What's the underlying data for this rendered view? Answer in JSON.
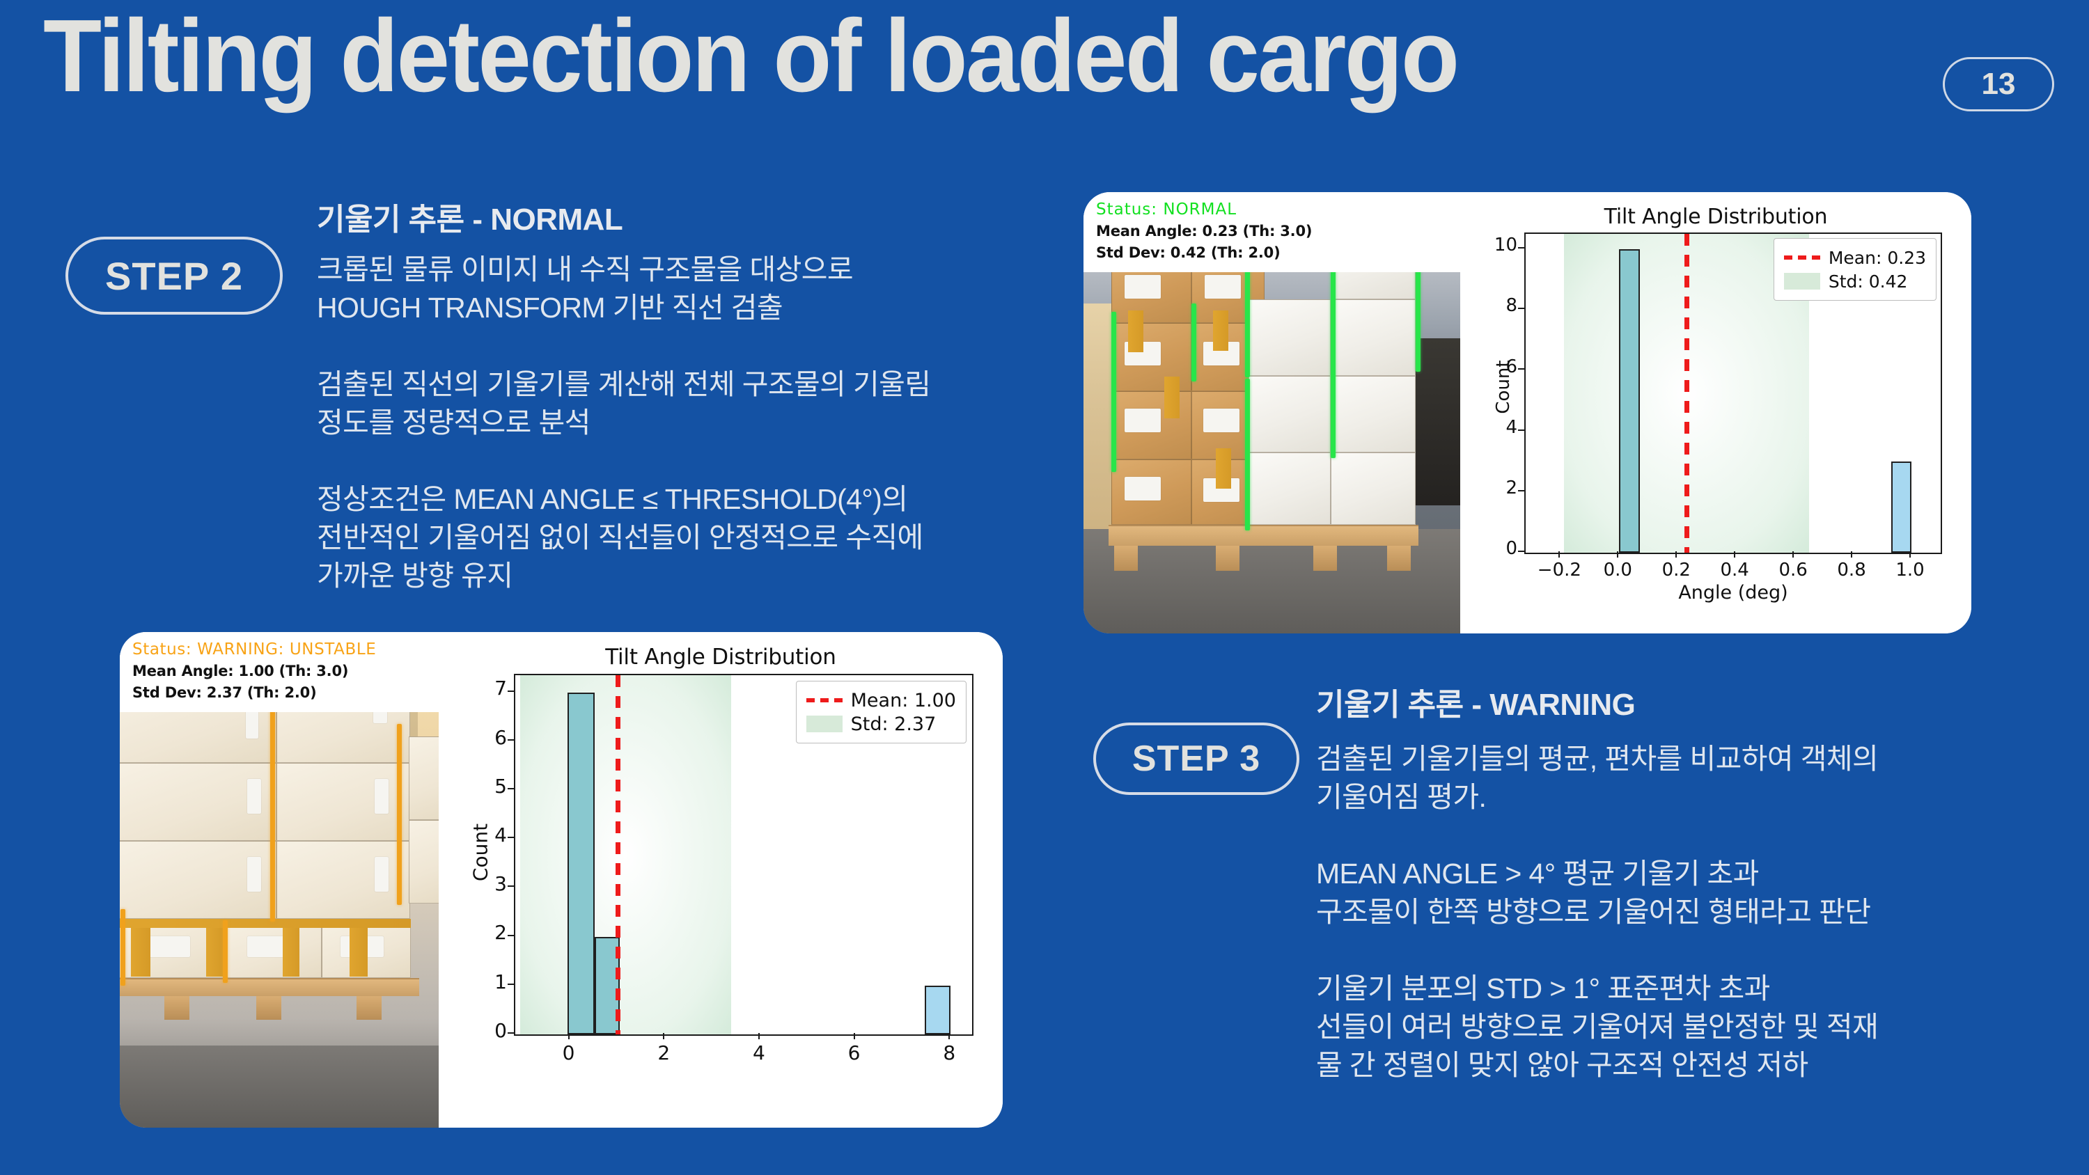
{
  "slide": {
    "title": "Tilting detection of loaded cargo",
    "page_number": "13",
    "background_color": "#1452a4",
    "text_color": "#e2e2de"
  },
  "step2": {
    "pill_label": "STEP 2",
    "heading": "기울기 추론 - NORMAL",
    "body": "크롭된 물류 이미지 내 수직 구조물을 대상으로\nHOUGH TRANSFORM 기반 직선 검출\n\n검출된 직선의 기울기를 계산해 전체 구조물의 기울림\n정도를 정량적으로 분석\n\n정상조건은 MEAN ANGLE ≤ THRESHOLD(4°)의\n전반적인 기울어짐 없이 직선들이 안정적으로 수직에\n가까운 방향 유지"
  },
  "step3": {
    "pill_label": "STEP 3",
    "heading": "기울기 추론 - WARNING",
    "body": "검출된 기울기들의 평균, 편차를 비교하여 객체의\n기울어짐 평가.\n\nMEAN ANGLE > 4° 평균 기울기 초과\n구조물이 한쪽 방향으로 기울어진 형태라고 판단\n\n기울기 분포의 STD > 1° 표준편차 초과\n선들이 여러 방향으로 기울어져 불안정한 및 적재\n물 간 정렬이 맞지 않아 구조적 안전성 저하"
  },
  "normal_card": {
    "overlay": {
      "status_label": "Status:",
      "status_value": "NORMAL",
      "status_color": "#12e020",
      "mean_angle": "Mean Angle: 0.23 (Th: 3.0)",
      "std_dev": "Std Dev: 0.42 (Th: 2.0)"
    },
    "detected_line_color": "#28e54a"
  },
  "warning_card": {
    "overlay": {
      "status_label": "Status:",
      "status_value": "WARNING: UNSTABLE",
      "status_color": "#f8a316",
      "mean_angle": "Mean Angle: 1.00 (Th: 3.0)",
      "std_dev": "Std Dev: 2.37 (Th: 2.0)"
    },
    "detected_line_color": "#f0a11c"
  },
  "chart_data": [
    {
      "id": "normal",
      "type": "bar",
      "title": "Tilt Angle Distribution",
      "xlabel": "Angle (deg)",
      "ylabel": "Count",
      "xlim": [
        -0.32,
        1.1
      ],
      "ylim": [
        0,
        10.5
      ],
      "xticks": [
        "−0.2",
        "0.0",
        "0.2",
        "0.4",
        "0.6",
        "0.8",
        "1.0"
      ],
      "xtick_values": [
        -0.2,
        0.0,
        0.2,
        0.4,
        0.6,
        0.8,
        1.0
      ],
      "yticks": [
        "0",
        "2",
        "4",
        "6",
        "8",
        "10"
      ],
      "ytick_values": [
        0,
        2,
        4,
        6,
        8,
        10
      ],
      "bars": [
        {
          "x0": 0.0,
          "x1": 0.07,
          "value": 10,
          "color": "#89c8cf"
        },
        {
          "x0": 0.93,
          "x1": 1.0,
          "value": 3,
          "color": "#a7d8f0"
        }
      ],
      "mean": 0.23,
      "std": 0.42,
      "std_band": [
        -0.19,
        0.65
      ],
      "grid": false,
      "legend": [
        {
          "label": "Mean: 0.23",
          "style": "dashed-line",
          "color": "#ee1b1b"
        },
        {
          "label": "Std: 0.42",
          "style": "band",
          "color": "#d7ead9"
        }
      ],
      "legend_position": "upper right"
    },
    {
      "id": "warning",
      "type": "bar",
      "title": "Tilt Angle Distribution",
      "xlabel": "",
      "ylabel": "Count",
      "xlim": [
        -1.15,
        8.45
      ],
      "ylim": [
        0,
        7.35
      ],
      "xticks": [
        "0",
        "2",
        "4",
        "6",
        "8"
      ],
      "xtick_values": [
        0,
        2,
        4,
        6,
        8
      ],
      "yticks": [
        "0",
        "1",
        "2",
        "3",
        "4",
        "5",
        "6",
        "7"
      ],
      "ytick_values": [
        0,
        1,
        2,
        3,
        4,
        5,
        6,
        7
      ],
      "bars": [
        {
          "x0": -0.05,
          "x1": 0.52,
          "value": 7,
          "color": "#89c8cf"
        },
        {
          "x0": 0.52,
          "x1": 1.05,
          "value": 2,
          "color": "#89c8cf"
        },
        {
          "x0": 7.45,
          "x1": 8.0,
          "value": 1,
          "color": "#a7d8f0"
        }
      ],
      "mean": 1.0,
      "std": 2.37,
      "std_band": [
        -1.05,
        3.38
      ],
      "grid": false,
      "legend": [
        {
          "label": "Mean: 1.00",
          "style": "dashed-line",
          "color": "#ee1b1b"
        },
        {
          "label": "Std: 2.37",
          "style": "band",
          "color": "#d7ead9"
        }
      ],
      "legend_position": "upper right"
    }
  ]
}
